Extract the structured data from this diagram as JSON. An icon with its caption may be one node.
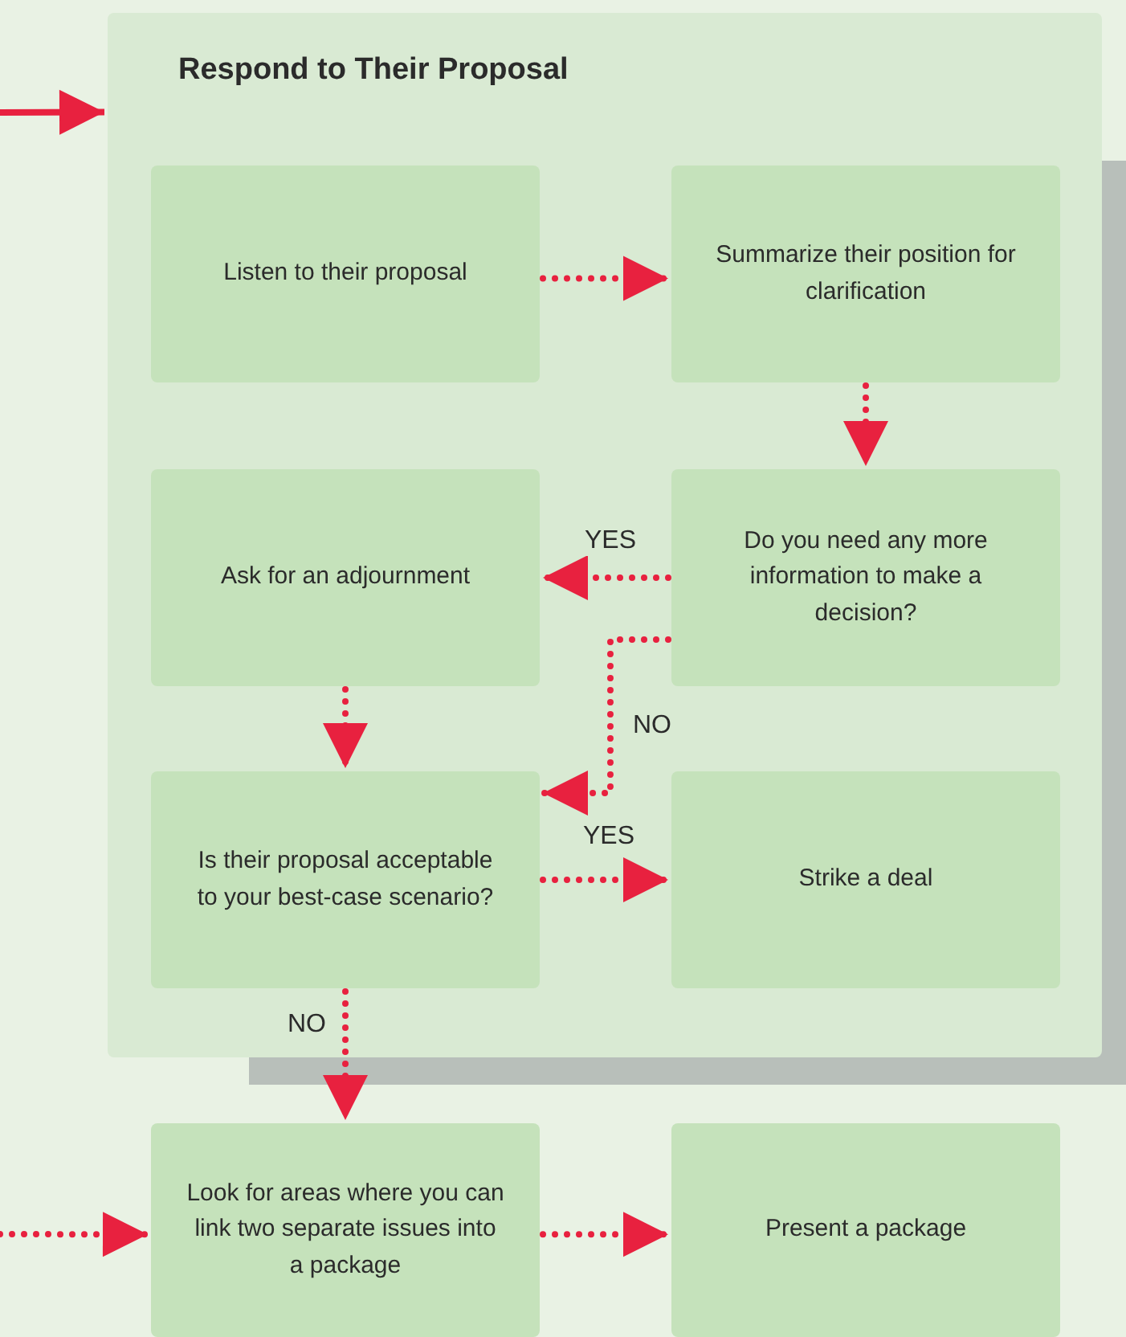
{
  "diagram": {
    "nodes": [
      {
        "text": [
          "Respond to Their Proposal"
        ]
      },
      {
        "text": [
          "Listen to their proposal"
        ],
        "in": 0
      },
      {
        "text": [
          "Summarize their position for clarification"
        ],
        "in": 0
      },
      {
        "text": [
          "Ask for an adjournment"
        ],
        "in": 0
      },
      {
        "text": [
          "Do you need any more information to make a decision?"
        ],
        "in": 0
      },
      {
        "text": [
          "Is their proposal acceptable to your best-case scenario?"
        ],
        "in": 0
      },
      {
        "text": [
          "Strike a deal"
        ],
        "in": 0
      },
      {
        "text": [
          "Look for areas where you can link two separate issues into a package"
        ]
      },
      {
        "text": [
          "Present a package"
        ]
      }
    ],
    "edges": [
      {
        "from": null,
        "to": 0,
        "arrow": "to"
      },
      {
        "from": 1,
        "to": 2,
        "arrow": "to",
        "style": "dashed"
      },
      {
        "from": 2,
        "to": 4,
        "arrow": "to",
        "style": "dashed"
      },
      {
        "from": 4,
        "to": 3,
        "arrow": "to",
        "label": "YES",
        "style": "dashed"
      },
      {
        "from": 4,
        "to": 5,
        "arrow": "to",
        "label": "NO",
        "style": "dashed"
      },
      {
        "from": 3,
        "to": 5,
        "arrow": "to",
        "style": "dashed"
      },
      {
        "from": 5,
        "to": 6,
        "arrow": "to",
        "label": "YES",
        "style": "dashed"
      },
      {
        "from": 5,
        "to": 7,
        "arrow": "to",
        "label": "NO",
        "style": "dashed"
      },
      {
        "from": null,
        "to": 7,
        "arrow": "to",
        "style": "dashed"
      },
      {
        "from": 7,
        "to": 8,
        "arrow": "to",
        "style": "dashed"
      }
    ]
  }
}
